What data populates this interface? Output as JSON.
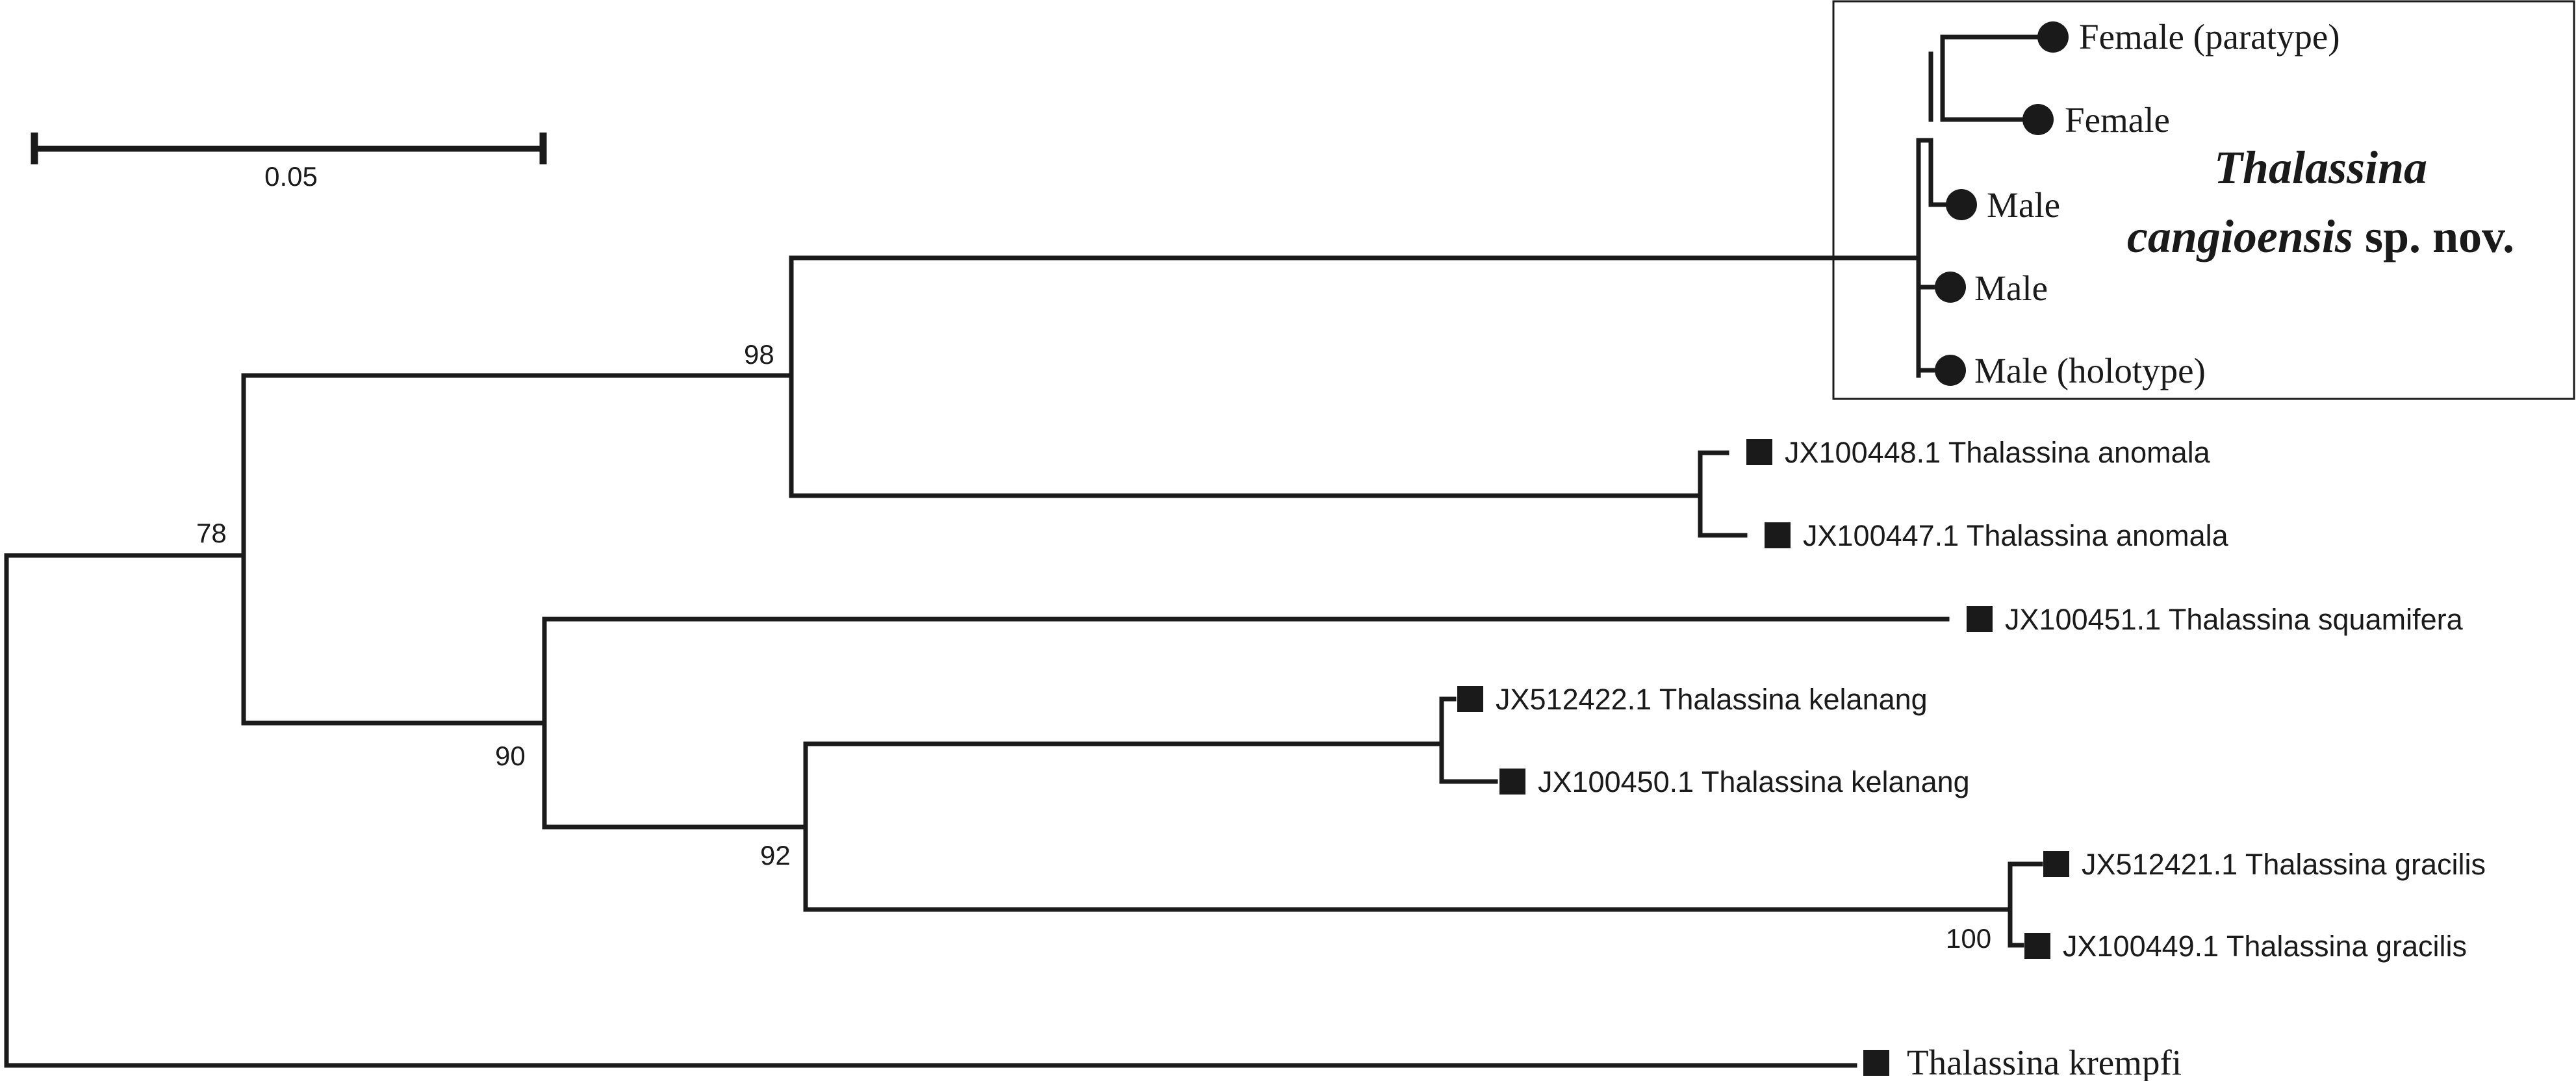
{
  "scale_bar": {
    "label": "0.05"
  },
  "bootstrap": {
    "n98": "98",
    "n78": "78",
    "n90": "90",
    "n92": "92",
    "n100": "100"
  },
  "species_box": {
    "name_line1": "Thalassina",
    "name_line2_italic": "cangioensis",
    "name_line2_rest": " sp. nov."
  },
  "leaves": {
    "female_paratype": "Female (paratype)",
    "female": "Female",
    "male_1": "Male",
    "male_2": "Male",
    "male_holotype": "Male (holotype)",
    "jx100448": "JX100448.1 Thalassina anomala",
    "jx100447": "JX100447.1 Thalassina anomala",
    "jx100451": "JX100451.1 Thalassina squamifera",
    "jx512422": "JX512422.1 Thalassina kelanang",
    "jx100450": "JX100450.1 Thalassina kelanang",
    "jx512421": "JX512421.1 Thalassina gracilis",
    "jx100449": "JX100449.1 Thalassina gracilis",
    "krempfi": "Thalassina krempfi"
  },
  "markers": {
    "new_species_samples": "filled-circle",
    "genbank_sequences": "filled-square"
  }
}
